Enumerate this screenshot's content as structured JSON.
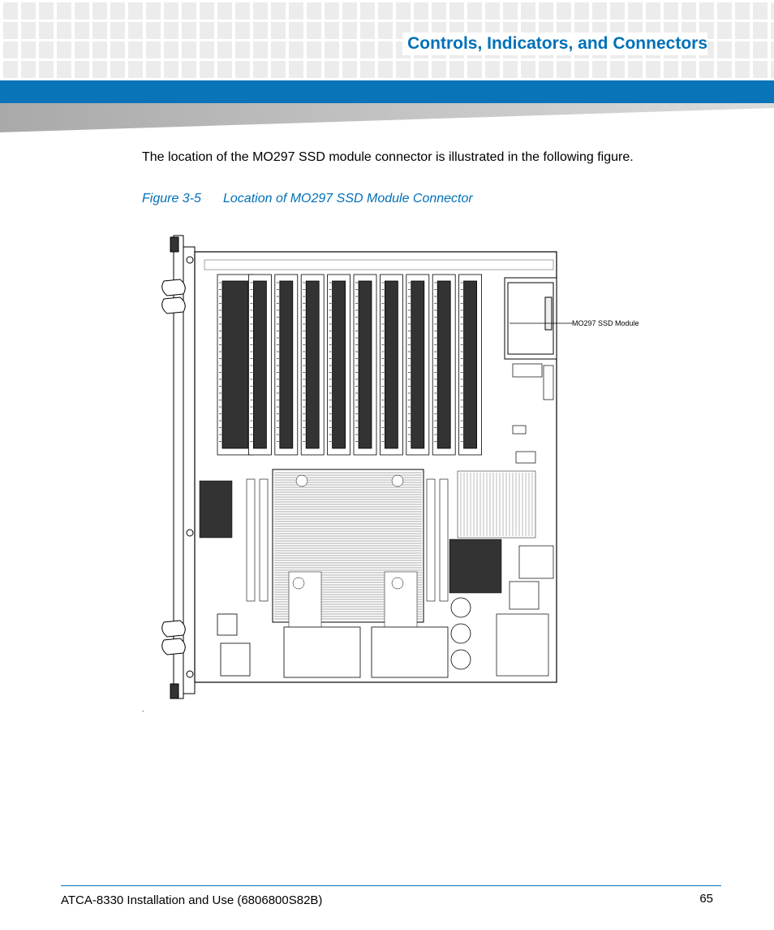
{
  "header": {
    "section_title": "Controls, Indicators, and Connectors"
  },
  "body": {
    "intro": "The location of the MO297 SSD module connector is illustrated in the following figure."
  },
  "figure": {
    "number": "Figure 3-5",
    "title": "Location of MO297 SSD Module Connector",
    "callout": "MO297 SSD Module",
    "trailing_mark": "."
  },
  "footer": {
    "doc_title": "ATCA-8330 Installation and Use (6806800S82B)",
    "page_number": "65"
  },
  "colors": {
    "accent_blue": "#0a74b8",
    "title_blue": "#0070b8"
  }
}
